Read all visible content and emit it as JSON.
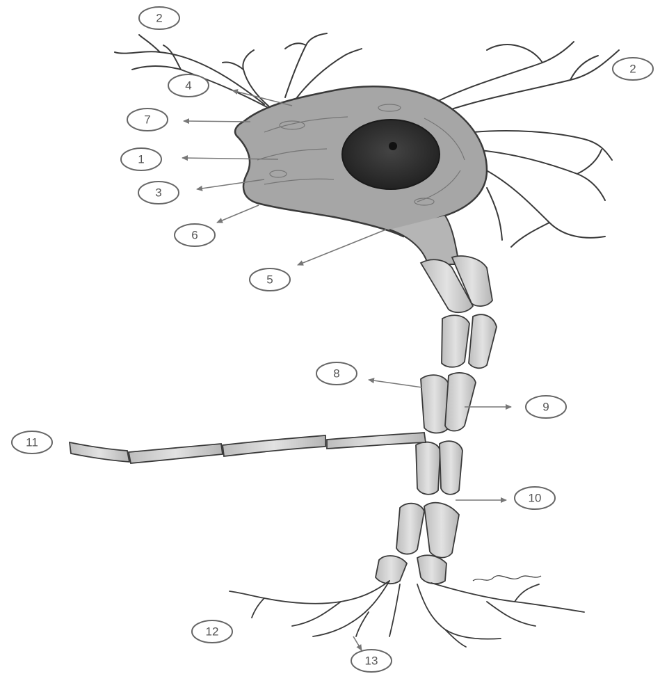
{
  "diagram": {
    "labels": [
      {
        "id": "l2a",
        "text": "2"
      },
      {
        "id": "l2b",
        "text": "2"
      },
      {
        "id": "l4",
        "text": "4"
      },
      {
        "id": "l7",
        "text": "7"
      },
      {
        "id": "l1",
        "text": "1"
      },
      {
        "id": "l3",
        "text": "3"
      },
      {
        "id": "l6",
        "text": "6"
      },
      {
        "id": "l5",
        "text": "5"
      },
      {
        "id": "l8",
        "text": "8"
      },
      {
        "id": "l9",
        "text": "9"
      },
      {
        "id": "l11",
        "text": "11"
      },
      {
        "id": "l10",
        "text": "10"
      },
      {
        "id": "l12",
        "text": "12"
      },
      {
        "id": "l13",
        "text": "13"
      }
    ],
    "colors": {
      "ink": "#3a3a3a",
      "soma_fill": "#a6a6a6",
      "nucleus_fill": "#2f2f2f",
      "sheath_fill": "#d4d4d4",
      "label_stroke": "#666666",
      "arrow": "#777777"
    }
  }
}
